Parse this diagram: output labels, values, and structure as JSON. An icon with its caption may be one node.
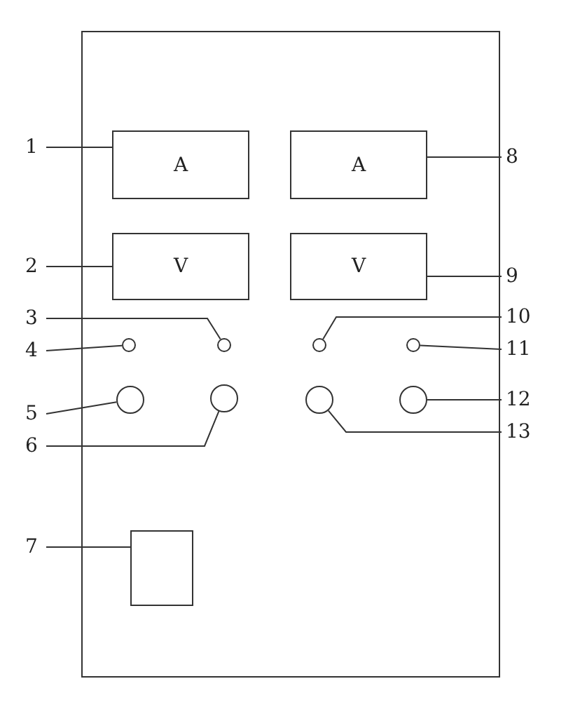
{
  "diagram": {
    "nodes": [
      {
        "text": [],
        "shape": "box"
      },
      {
        "text": [
          "A"
        ],
        "in": 0
      },
      {
        "text": [
          "A"
        ],
        "in": 0
      },
      {
        "text": [
          "V"
        ],
        "in": 0
      },
      {
        "text": [
          "V"
        ],
        "in": 0
      },
      {
        "text": [],
        "shape": "circle",
        "in": 0
      },
      {
        "text": [],
        "shape": "circle",
        "in": 0
      },
      {
        "text": [],
        "shape": "circle",
        "in": 0
      },
      {
        "text": [],
        "shape": "circle",
        "in": 0
      },
      {
        "text": [],
        "shape": "circle",
        "in": 0
      },
      {
        "text": [],
        "shape": "circle",
        "in": 0
      },
      {
        "text": [],
        "shape": "circle",
        "in": 0
      },
      {
        "text": [],
        "shape": "circle",
        "in": 0
      },
      {
        "text": [],
        "shape": "box",
        "in": 0
      },
      {
        "text": [
          "1"
        ]
      },
      {
        "text": [
          "2"
        ]
      },
      {
        "text": [
          "3"
        ]
      },
      {
        "text": [
          "4"
        ]
      },
      {
        "text": [
          "5"
        ]
      },
      {
        "text": [
          "6"
        ]
      },
      {
        "text": [
          "7"
        ]
      },
      {
        "text": [
          "8"
        ]
      },
      {
        "text": [
          "9"
        ]
      },
      {
        "text": [
          "10"
        ]
      },
      {
        "text": [
          "11"
        ]
      },
      {
        "text": [
          "12"
        ]
      },
      {
        "text": [
          "13"
        ]
      }
    ],
    "edges": [
      {
        "from": 14,
        "to": 1,
        "arrow": "none"
      },
      {
        "from": 15,
        "to": 3,
        "arrow": "none"
      },
      {
        "from": 16,
        "to": 6,
        "arrow": "none"
      },
      {
        "from": 17,
        "to": 5,
        "arrow": "none"
      },
      {
        "from": 18,
        "to": 9,
        "arrow": "none"
      },
      {
        "from": 19,
        "to": 10,
        "arrow": "none"
      },
      {
        "from": 20,
        "to": 13,
        "arrow": "none"
      },
      {
        "from": 21,
        "to": 2,
        "arrow": "none"
      },
      {
        "from": 22,
        "to": 4,
        "arrow": "none"
      },
      {
        "from": 23,
        "to": 7,
        "arrow": "none"
      },
      {
        "from": 24,
        "to": 8,
        "arrow": "none"
      },
      {
        "from": 25,
        "to": 12,
        "arrow": "none"
      },
      {
        "from": 26,
        "to": 11,
        "arrow": "none"
      }
    ]
  }
}
